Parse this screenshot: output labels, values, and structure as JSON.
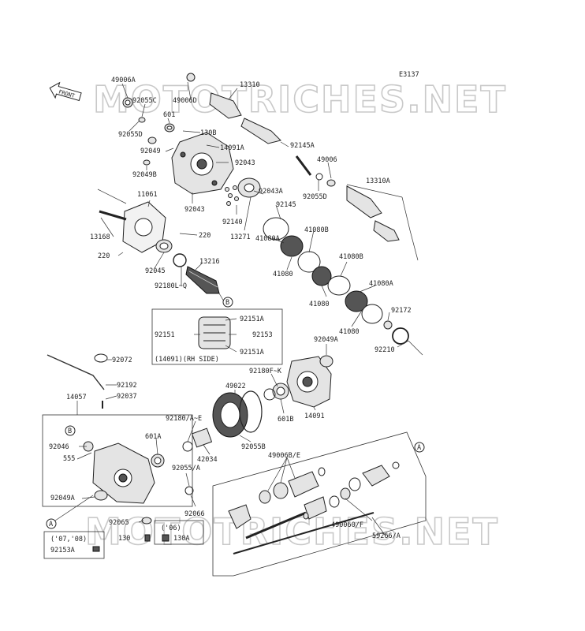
{
  "diagram": {
    "code": "E3137",
    "front_label": "FRONT",
    "watermark": "MOTOTRICHES.NET",
    "rh_side_caption": "(14091)(RH SIDE)",
    "year_box_1": "('07,'08)",
    "year_box_2": "('06)",
    "marker_a": "A",
    "marker_b": "B",
    "labels": [
      "49006A",
      "92055C",
      "92055D",
      "601",
      "49006D",
      "13310",
      "130B",
      "14091A",
      "92049",
      "92043",
      "92049B",
      "11061",
      "92043",
      "92145A",
      "49006",
      "92055D",
      "13310A",
      "92043A",
      "92145",
      "92140",
      "13271",
      "41080B",
      "41080A",
      "41080",
      "220",
      "13168",
      "220",
      "92045",
      "13216",
      "92180L~Q",
      "41080B",
      "41080",
      "41080A",
      "92172",
      "41080",
      "92210",
      "92151A",
      "92151",
      "92153",
      "92151A",
      "92049A",
      "92072",
      "92192",
      "92037",
      "92180F~K",
      "49022",
      "14091",
      "601B",
      "14057",
      "92180/A~E",
      "601A",
      "92046",
      "555",
      "42034",
      "92055B",
      "92055/A",
      "49006B/E",
      "92049A",
      "92066",
      "92065",
      "490060/F",
      "130",
      "130A",
      "92153A",
      "59266/A"
    ]
  }
}
